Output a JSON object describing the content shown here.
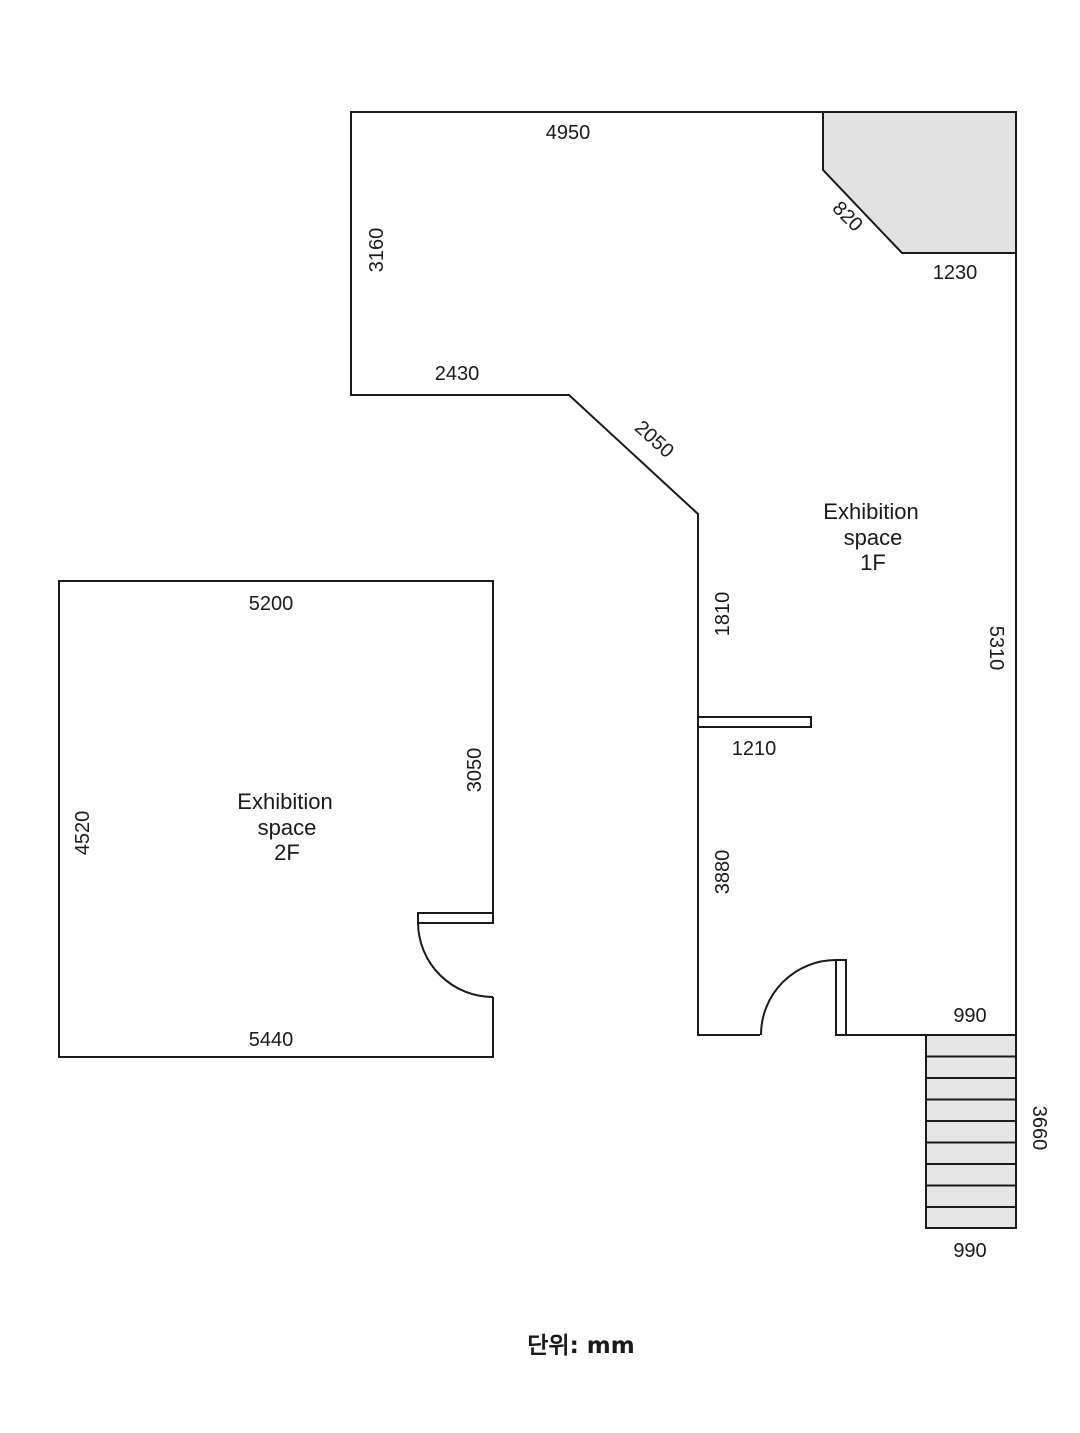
{
  "floor_1": {
    "label_line1": "Exhibition",
    "label_line2": "space",
    "label_line3": "1F",
    "dims": {
      "top": "4950",
      "corner_diagonal": "820",
      "corner_right": "1230",
      "left": "3160",
      "lower_left": "2430",
      "diagonal": "2050",
      "inner_upper": "1810",
      "right": "5310",
      "partition": "1210",
      "inner_lower": "3880",
      "bottom_right": "990",
      "stairs_height": "3660",
      "stairs_width": "990"
    }
  },
  "floor_2": {
    "label_line1": "Exhibition",
    "label_line2": "space",
    "label_line3": "2F",
    "dims": {
      "top": "5200",
      "left": "4520",
      "right": "3050",
      "bottom": "5440"
    }
  },
  "unit_note": "단위: mm"
}
